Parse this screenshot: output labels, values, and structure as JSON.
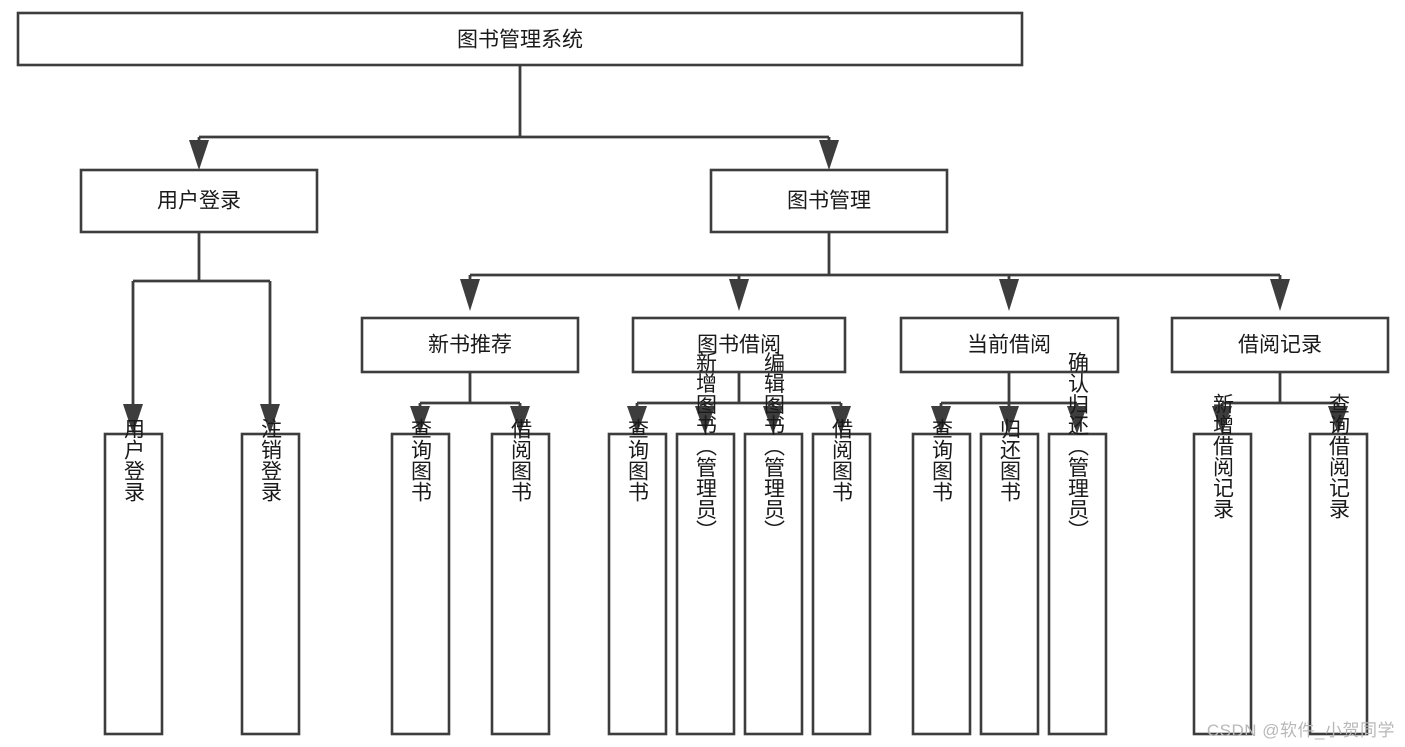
{
  "diagram": {
    "title": "图书管理系统",
    "watermark": "CSDN @软件_小贺同学",
    "colors": {
      "stroke": "#3d3d3d",
      "fill": "#ffffff",
      "text": "#1a1a1a",
      "watermark": "#b8b8b8"
    },
    "root": {
      "label": "图书管理系统"
    },
    "level2": [
      {
        "label": "用户登录"
      },
      {
        "label": "图书管理"
      }
    ],
    "level3": [
      {
        "label": "新书推荐"
      },
      {
        "label": "图书借阅"
      },
      {
        "label": "当前借阅"
      },
      {
        "label": "借阅记录"
      }
    ],
    "leaves": {
      "user_login": [
        {
          "label": "用户登录"
        },
        {
          "label": "注销登录"
        }
      ],
      "new_book_recommend": [
        {
          "label": "查询图书"
        },
        {
          "label": "借阅图书"
        }
      ],
      "book_borrow": [
        {
          "label": "查询图书"
        },
        {
          "label": "新增图书（管理员）"
        },
        {
          "label": "编辑图书（管理员）"
        },
        {
          "label": "借阅图书"
        }
      ],
      "current_borrow": [
        {
          "label": "查询图书"
        },
        {
          "label": "归还图书"
        },
        {
          "label": "确认归还（管理员）"
        }
      ],
      "borrow_record": [
        {
          "label": "新增借阅记录"
        },
        {
          "label": "查询借阅记录"
        }
      ]
    }
  }
}
